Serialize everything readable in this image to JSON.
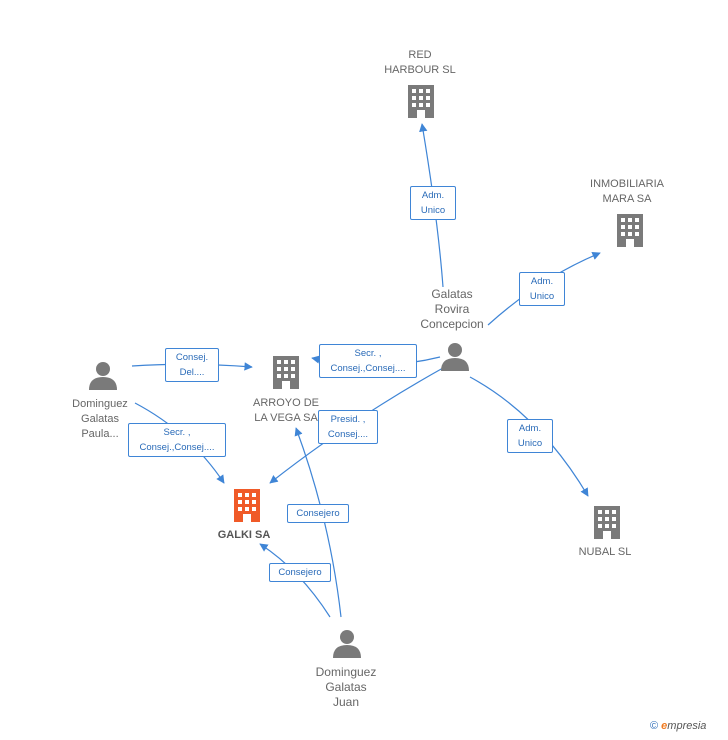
{
  "nodes": {
    "red_harbour": {
      "label": "RED\nHARBOUR SL"
    },
    "inmobiliaria_mara": {
      "label": "INMOBILIARIA\nMARA SA"
    },
    "galatas_rovira": {
      "label": "Galatas\nRovira\nConcepcion"
    },
    "arroyo_vega": {
      "label": "ARROYO DE\nLA VEGA SA"
    },
    "dominguez_paula": {
      "label": "Dominguez\nGalatas\nPaula..."
    },
    "galki": {
      "label": "GALKI SA"
    },
    "nubal": {
      "label": "NUBAL SL"
    },
    "dominguez_juan": {
      "label": "Dominguez\nGalatas\nJuan"
    }
  },
  "edges": {
    "rovira_red": "Adm.\nUnico",
    "rovira_mara": "Adm.\nUnico",
    "rovira_arroyo": "Secr. ,\nConsej.,Consej....",
    "rovira_galki": "Presid. ,\nConsej....",
    "rovira_nubal": "Adm.\nUnico",
    "paula_arroyo": "Consej.\nDel....",
    "paula_galki": "Secr. ,\nConsej.,Consej....",
    "juan_arroyo": "Consejero",
    "juan_galki": "Consejero"
  },
  "colors": {
    "edge": "#3f85d6",
    "building": "#7a7a7a",
    "building_focus": "#f05a28",
    "person": "#7a7a7a"
  },
  "footer": {
    "copyright": "©",
    "brand_e": "e",
    "brand_rest": "mpresia"
  }
}
